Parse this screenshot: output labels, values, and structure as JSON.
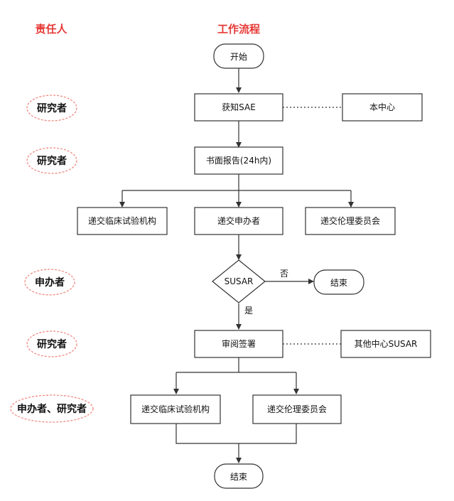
{
  "headers": {
    "responsible": "责任人",
    "workflow": "工作流程",
    "color": "#e53935"
  },
  "roles": {
    "researcher_1": "研究者",
    "researcher_2": "研究者",
    "sponsor": "申办者",
    "researcher_3": "研究者",
    "sponsor_researcher": "申办者、研究者",
    "ellipse_color": "#f28b82"
  },
  "nodes": {
    "start": "开始",
    "obtain_sae": "获知SAE",
    "center": "本中心",
    "written_report": "书面报告(24h内)",
    "submit_institution_1": "递交临床试验机构",
    "submit_sponsor": "递交申办者",
    "submit_ethics_1": "递交伦理委员会",
    "susar": "SUSAR",
    "end_1": "结束",
    "review_sign": "审阅签署",
    "other_centers_susar": "其他中心SUSAR",
    "submit_institution_2": "递交临床试验机构",
    "submit_ethics_2": "递交伦理委员会",
    "end_2": "结束"
  },
  "edges": {
    "no": "否",
    "yes": "是"
  }
}
